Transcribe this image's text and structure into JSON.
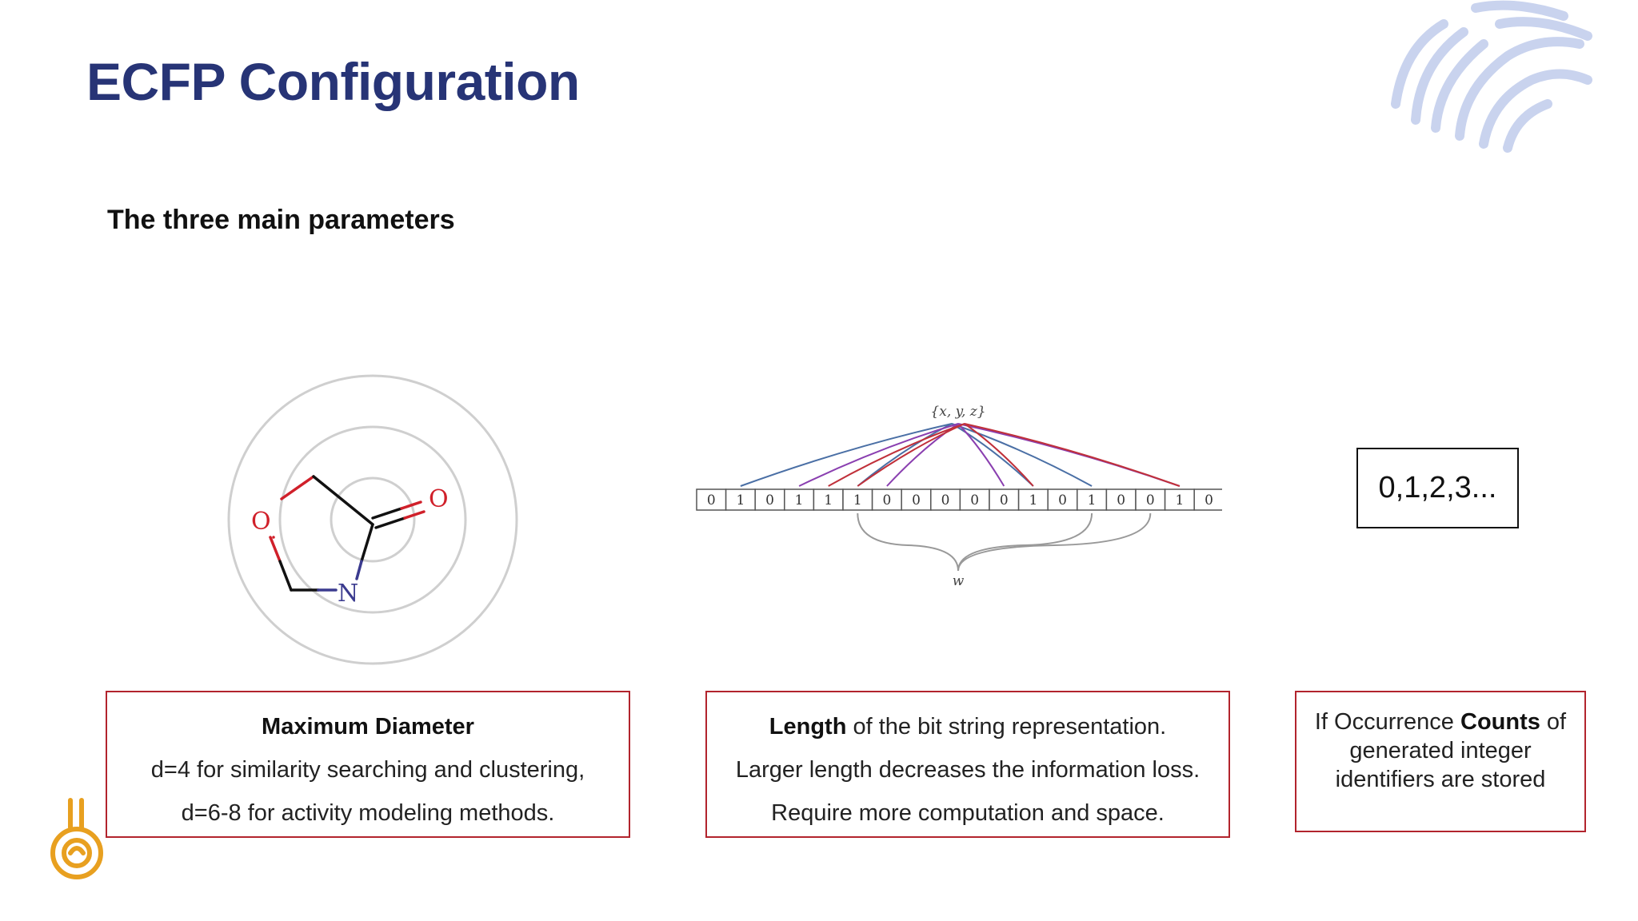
{
  "slide": {
    "title": "ECFP Configuration",
    "subtitle": "The three main parameters"
  },
  "molecule": {
    "atoms": [
      "O",
      "O",
      "N"
    ]
  },
  "bitstring": {
    "label_top": "{x, y, z}",
    "label_bottom": "w",
    "bits": [
      "0",
      "1",
      "0",
      "1",
      "1",
      "1",
      "0",
      "0",
      "0",
      "0",
      "0",
      "1",
      "0",
      "1",
      "0",
      "0",
      "1",
      "0"
    ]
  },
  "counts": {
    "value": "0,1,2,3..."
  },
  "boxes": {
    "diameter": {
      "heading": "Maximum Diameter",
      "line1": "d=4 for similarity searching and clustering,",
      "line2": "d=6-8 for activity modeling methods."
    },
    "length": {
      "bold": "Length",
      "rest": " of the bit string representation.",
      "line2": "Larger length decreases the information loss.",
      "line3": "Require more computation and space."
    },
    "counts": {
      "pre": "If Occurrence ",
      "bold": "Counts",
      "post": " of",
      "line2": "generated integer",
      "line3": "identifiers are stored"
    }
  },
  "colors": {
    "title": "#273476",
    "box_border": "#b2242d",
    "oxygen": "#d0202a",
    "nitrogen": "#3b3b8f",
    "logo": "#e8a020",
    "watermark": "#c9d3ee"
  }
}
